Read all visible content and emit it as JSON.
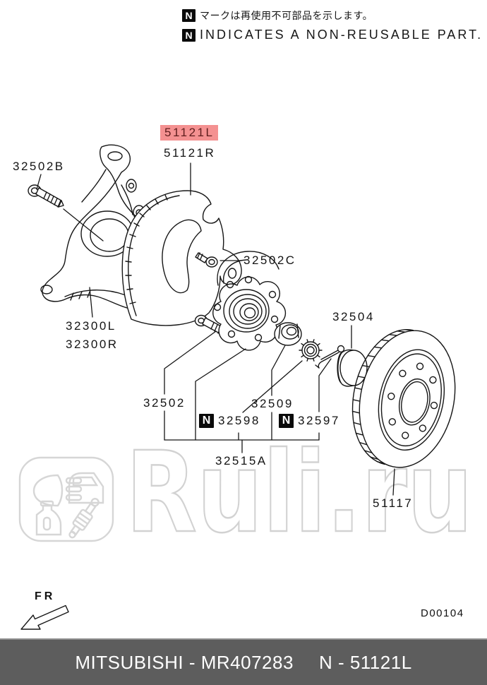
{
  "note": {
    "badge": "N",
    "line1": "マークは再使用不可部品を示します。",
    "line2": "INDICATES A NON-REUSABLE PART."
  },
  "parts": {
    "badge": "N",
    "p32502B": "32502B",
    "p51121L": "51121L",
    "p51121R": "51121R",
    "p32502C": "32502C",
    "p32300L": "32300L",
    "p32300R": "32300R",
    "p32502": "32502",
    "p32504": "32504",
    "p32509": "32509",
    "p32598": "32598",
    "p32597": "32597",
    "p32515A": "32515A",
    "p51117": "51117"
  },
  "highlighted_part": "51121L",
  "orientation": {
    "fr": "FR"
  },
  "drawing_number": "D00104",
  "watermark": {
    "text": "Ruli.ru"
  },
  "footer": {
    "brand_part": "MITSUBISHI - MR407283",
    "ref": "N - 51121L"
  },
  "colors": {
    "highlight_bg": "#f49191",
    "highlight_text": "#5f1d1d",
    "footer_bg": "#5d5d5d",
    "footer_text": "#ffffff",
    "watermark": "#d6d6d6",
    "line": "#161616"
  }
}
